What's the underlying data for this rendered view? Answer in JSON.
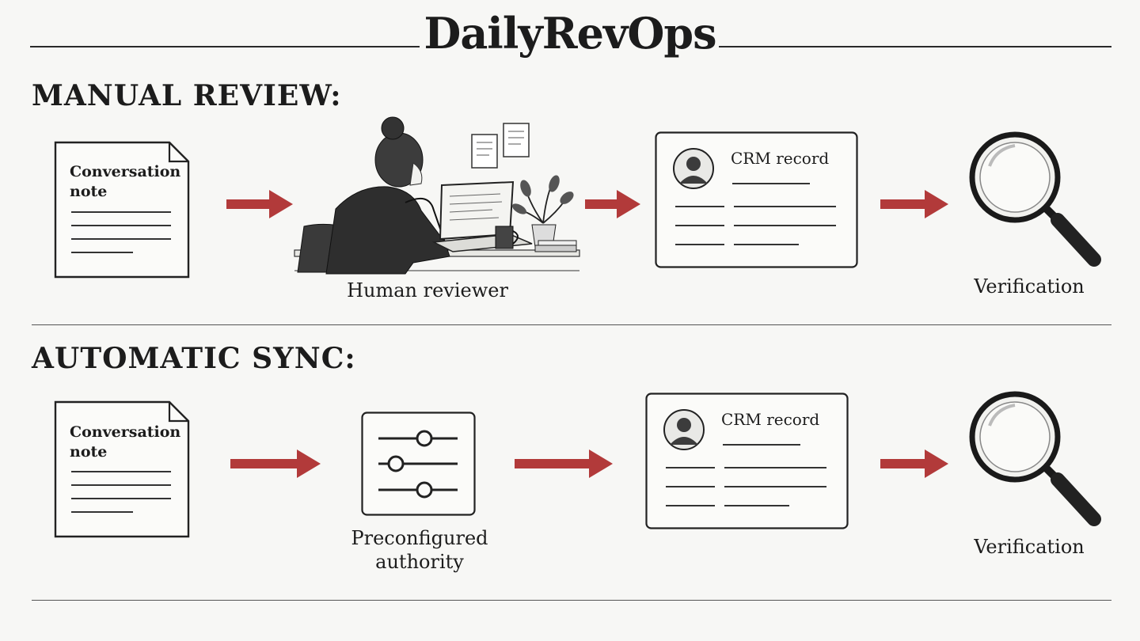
{
  "header": {
    "brand": "DailyRevOps"
  },
  "manual": {
    "title": "MANUAL REVIEW:",
    "doc_label": "Conversation\nnote",
    "reviewer_label": "Human reviewer",
    "crm_label": "CRM record",
    "verify_label": "Verification"
  },
  "auto": {
    "title": "AUTOMATIC SYNC:",
    "doc_label": "Conversation\nnote",
    "authority_label": "Preconfigured\nauthority",
    "crm_label": "CRM record",
    "verify_label": "Verification"
  },
  "colors": {
    "arrow": "#b23a3a",
    "ink": "#1c1c1c",
    "paper": "#f7f7f5"
  },
  "icons": [
    "document-icon",
    "reviewer-illustration",
    "crm-card-icon",
    "magnifier-icon",
    "sliders-icon",
    "arrow-right-icon"
  ]
}
